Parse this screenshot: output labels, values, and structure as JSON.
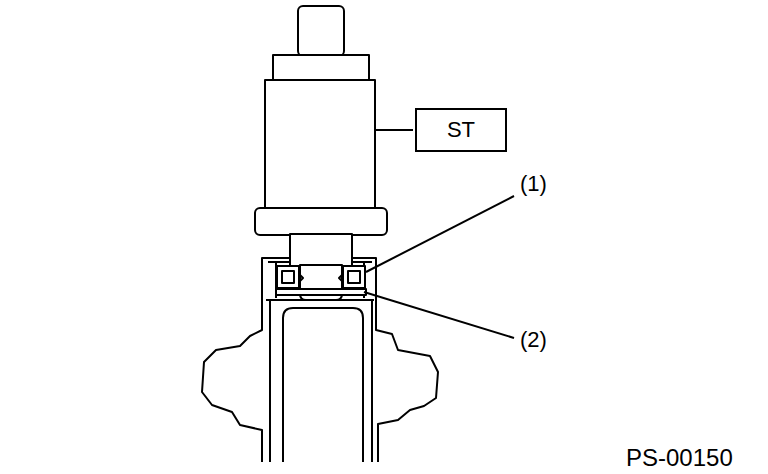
{
  "diagram": {
    "nodes": [
      {
        "text": [
          "ST"
        ]
      }
    ],
    "labels": [
      "(1)",
      "(2)",
      "PS-00150"
    ]
  }
}
